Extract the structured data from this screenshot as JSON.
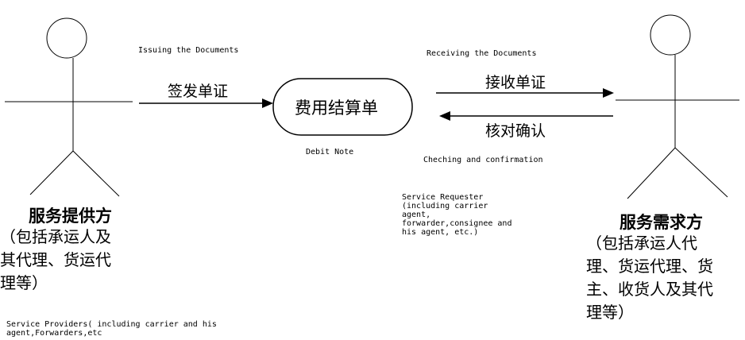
{
  "provider": {
    "title_cn": "服务提供方",
    "desc_cn": "（包括承运人及\n其代理、货运代\n理等）",
    "desc_en": "Service Providers( including carrier and his\nagent,Forwarders,etc"
  },
  "requester": {
    "title_cn": "服务需求方",
    "desc_cn": "（包括承运人代\n理、货运代理、货\n主、收货人及其代\n理等）",
    "desc_en": "Service Requester\n(including carrier\nagent,\nforwarder,consignee and\nhis agent, etc.)"
  },
  "center": {
    "label_cn": "费用结算单",
    "label_en": "Debit Note"
  },
  "flows": {
    "issue_cn": "签发单证",
    "issue_en": "Issuing the Documents",
    "receive_cn": "接收单证",
    "receive_en": "Receiving the Documents",
    "check_cn": "核对确认",
    "check_en": "Cheching and confirmation"
  }
}
